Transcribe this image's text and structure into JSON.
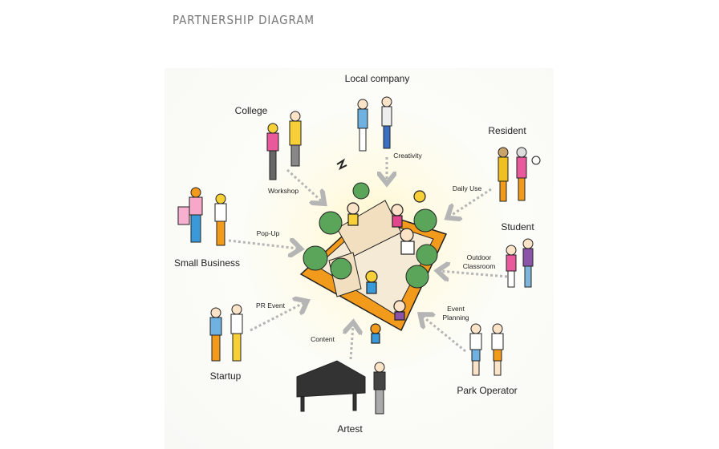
{
  "title": "PARTNERSHIP  DIAGRAM",
  "partners": {
    "local_company": "Local company",
    "college": "College",
    "resident": "Resident",
    "student": "Student",
    "small_business": "Small Business",
    "startup": "Startup",
    "artest": "Artest",
    "park_operator": "Park Operator"
  },
  "activities": {
    "creativity": "Creativity",
    "workshop": "Workshop",
    "daily_use": "Daily Use",
    "pop_up": "Pop-Up",
    "outdoor_classroom_1": "Outdoor",
    "outdoor_classroom_2": "Classroom",
    "pr_event": "PR Event",
    "event_planning_1": "Event",
    "event_planning_2": "Planning",
    "content": "Content"
  },
  "colors": {
    "arrow": "#b5b5b5",
    "park_base": "#f29a1c",
    "tree": "#5aa55a",
    "deck": "#f2dfbf"
  }
}
